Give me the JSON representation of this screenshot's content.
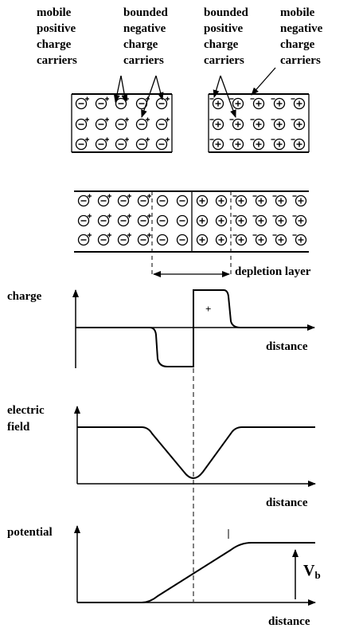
{
  "top_labels": {
    "mobile_positive": [
      "mobile",
      "positive",
      "charge",
      "carriers"
    ],
    "bounded_negative": [
      "bounded",
      "negative",
      "charge",
      "carriers"
    ],
    "bounded_positive": [
      "bounded",
      "positive",
      "charge",
      "carriers"
    ],
    "mobile_negative": [
      "mobile",
      "negative",
      "charge",
      "carriers"
    ]
  },
  "depletion_label": "depletion layer",
  "charge_plot": {
    "ylabel": "charge",
    "xlabel": "distance",
    "plus_mark": "+"
  },
  "field_plot": {
    "ylabel_line1": "electric",
    "ylabel_line2": "field",
    "xlabel": "distance"
  },
  "potential_plot": {
    "ylabel": "potential",
    "xlabel": "distance",
    "vb_main": "V",
    "vb_sub": "b"
  },
  "colors": {
    "ink": "#000000",
    "background": "#ffffff"
  }
}
